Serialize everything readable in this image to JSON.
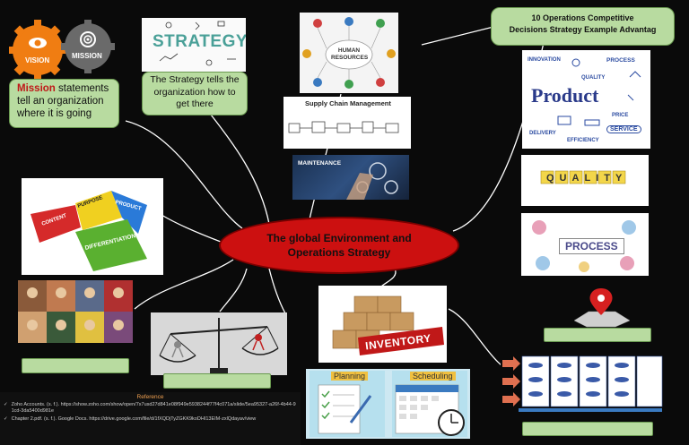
{
  "center": {
    "line1": "The global Environment and",
    "line2": "Operations Strategy"
  },
  "vision_mission": {
    "vision_label": "VISION",
    "mission_label": "MISSION",
    "statement_keyword": "Mission",
    "statement_rest_1": " statements",
    "statement_rest_2": "tell an organization",
    "statement_rest_3": "where it is going"
  },
  "strategy": {
    "image_word": "STRATEGY",
    "caption_1": "The Strategy tells the",
    "caption_2": "organization how to",
    "caption_3": "get there"
  },
  "top_right": {
    "title_1": "10 Operations Competitive",
    "title_2": "Decisions Strategy Example Advantag"
  },
  "human_resources": {
    "label": "HUMAN RESOURCES"
  },
  "supply_chain": {
    "title": "Supply Chain Management"
  },
  "maintenance": {
    "label": "MAINTENANCE"
  },
  "puzzle": {
    "p1": "PURPOSE",
    "p2": "PRODUCT",
    "p3": "CONTENT",
    "p4": "DIFFERENTIATION"
  },
  "product_img": {
    "innovation": "INNOVATION",
    "process": "PROCESS",
    "quality": "QUALITY",
    "product": "Product",
    "price": "PRICE",
    "delivery": "DELIVERY",
    "service": "SERVICE",
    "efficiency": "EFFICIENCY"
  },
  "quality_img": {
    "label": "QUALITY"
  },
  "process_img": {
    "label": "PROCESS"
  },
  "inventory_img": {
    "label": "INVENTORY"
  },
  "planning_img": {
    "planning": "Planning",
    "scheduling": "Scheduling"
  },
  "references": {
    "title": "Reference",
    "items": [
      "Zoho Accounts. (s. f.). https://show.zoho.com/show/open/7x7usd27d841e08f949e5938244f77f4c071a/slide/5ea95327-a26f-4b44-91cd-3da5400d981e",
      "Chapter 2.pdf. (s. f.). Google Docs. https://drive.google.com/file/d/1fXQDjTyZGKK9koDHI13EIM-zxlQdayav/view"
    ]
  },
  "colors": {
    "background": "#0a0a0a",
    "center": "#cc1010",
    "box_green": "#b8dba0",
    "connector": "#ffffff"
  }
}
